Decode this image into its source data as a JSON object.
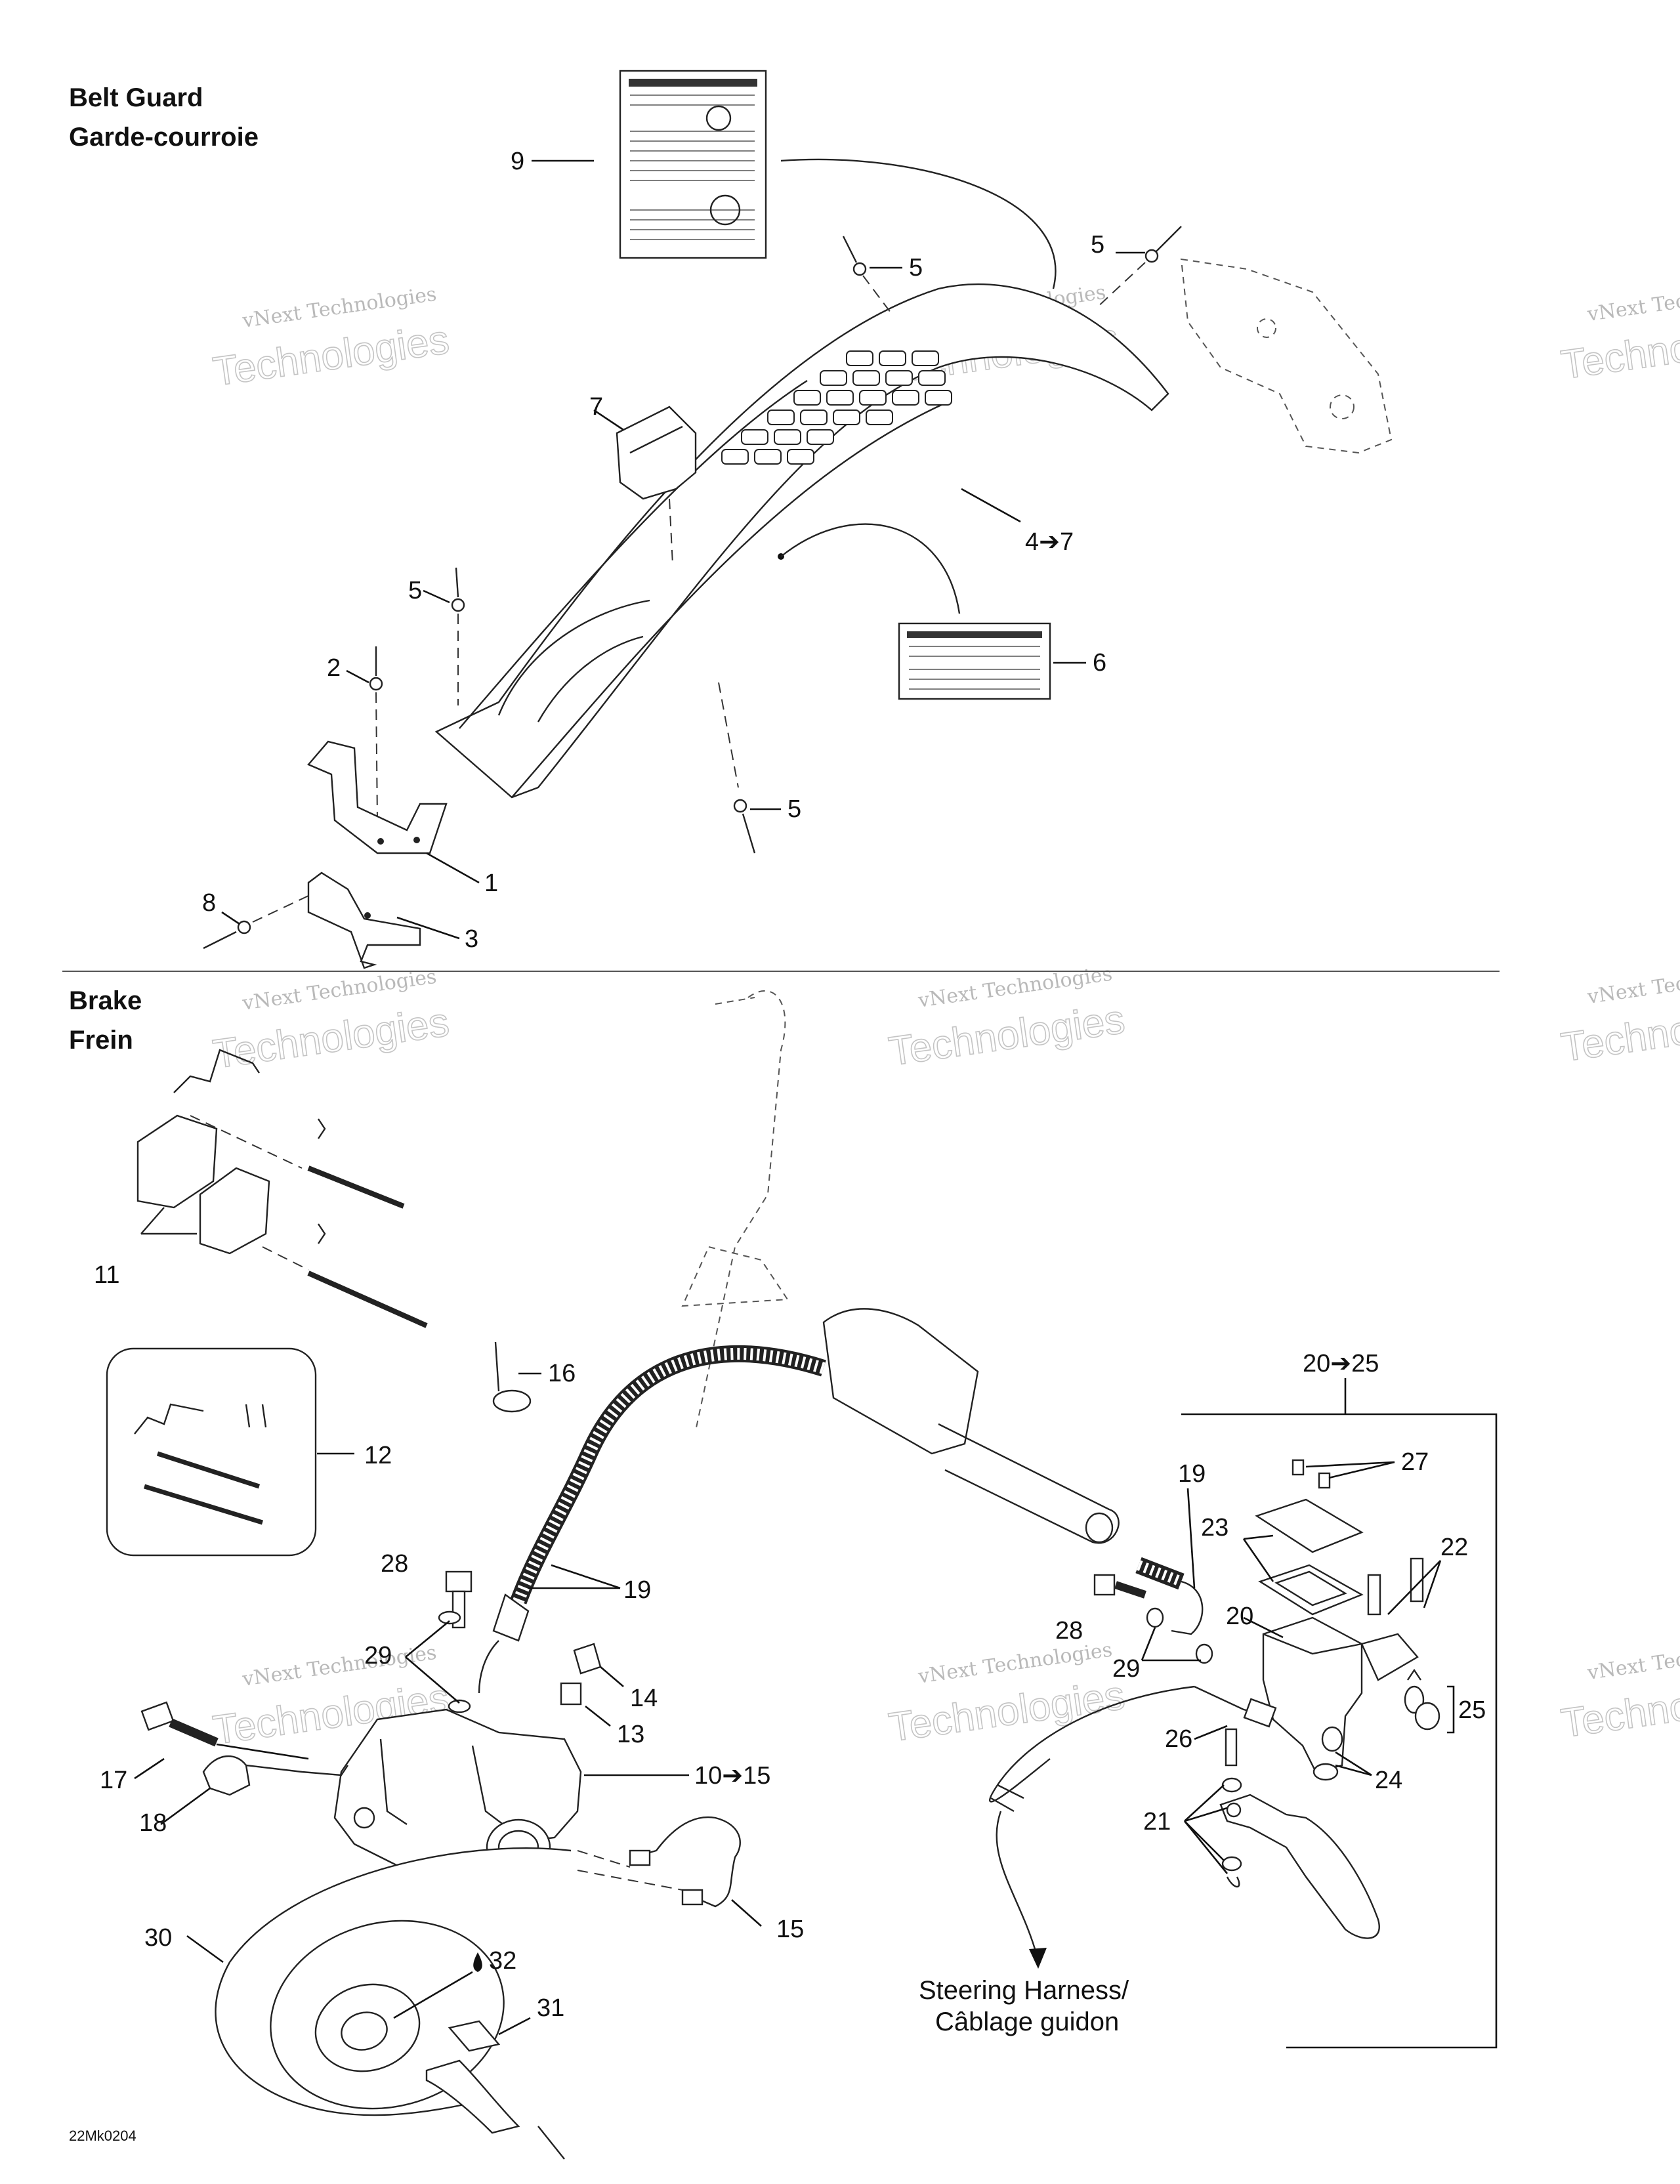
{
  "sections": {
    "belt_guard": {
      "title_en": "Belt Guard",
      "title_fr": "Garde-courroie"
    },
    "brake": {
      "title_en": "Brake",
      "title_fr": "Frein"
    }
  },
  "callouts": {
    "c9": "9",
    "c5a": "5",
    "c5b": "5",
    "c5c": "5",
    "c5d": "5",
    "c7": "7",
    "c4_7": "4➔7",
    "c6": "6",
    "c2": "2",
    "c1": "1",
    "c8": "8",
    "c3": "3",
    "c11": "11",
    "c12": "12",
    "c16": "16",
    "c19a": "19",
    "c28a": "28",
    "c29a": "29",
    "c14": "14",
    "c13": "13",
    "c10_15": "10➔15",
    "c17": "17",
    "c18": "18",
    "c15": "15",
    "c30": "30",
    "c32": "32",
    "c31": "31",
    "c20_25": "20➔25",
    "c19b": "19",
    "c27": "27",
    "c23": "23",
    "c22": "22",
    "c20": "20",
    "c28b": "28",
    "c29b": "29",
    "c25": "25",
    "c26": "26",
    "c24": "24",
    "c21": "21"
  },
  "notes": {
    "steering_harness_line1": "Steering Harness/",
    "steering_harness_line2": "Câblage guidon"
  },
  "figure_code": "22Mk0204",
  "watermark": {
    "line1": "vNext Technologies",
    "line2": "Technologies"
  }
}
